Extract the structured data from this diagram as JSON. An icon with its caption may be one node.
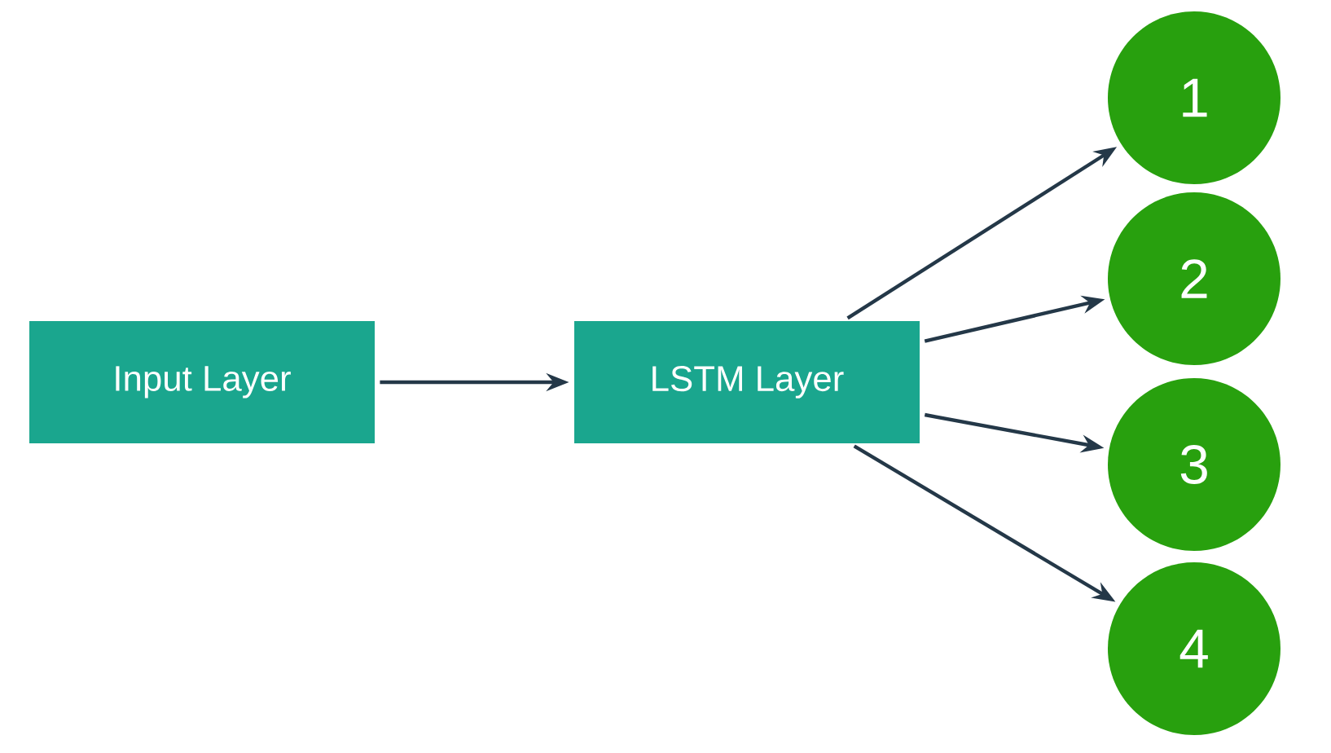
{
  "diagram": {
    "nodes": [
      {
        "text": [
          "Input Layer"
        ]
      },
      {
        "text": [
          "LSTM Layer"
        ]
      },
      {
        "text": [
          "1"
        ]
      },
      {
        "text": [
          "2"
        ]
      },
      {
        "text": [
          "3"
        ]
      },
      {
        "text": [
          "4"
        ]
      }
    ],
    "edges": [
      {
        "from": 0,
        "to": 1,
        "arrow": "to"
      },
      {
        "from": 1,
        "to": 2,
        "arrow": "to"
      },
      {
        "from": 1,
        "to": 3,
        "arrow": "to"
      },
      {
        "from": 1,
        "to": 4,
        "arrow": "to"
      },
      {
        "from": 1,
        "to": 5,
        "arrow": "to"
      }
    ]
  }
}
